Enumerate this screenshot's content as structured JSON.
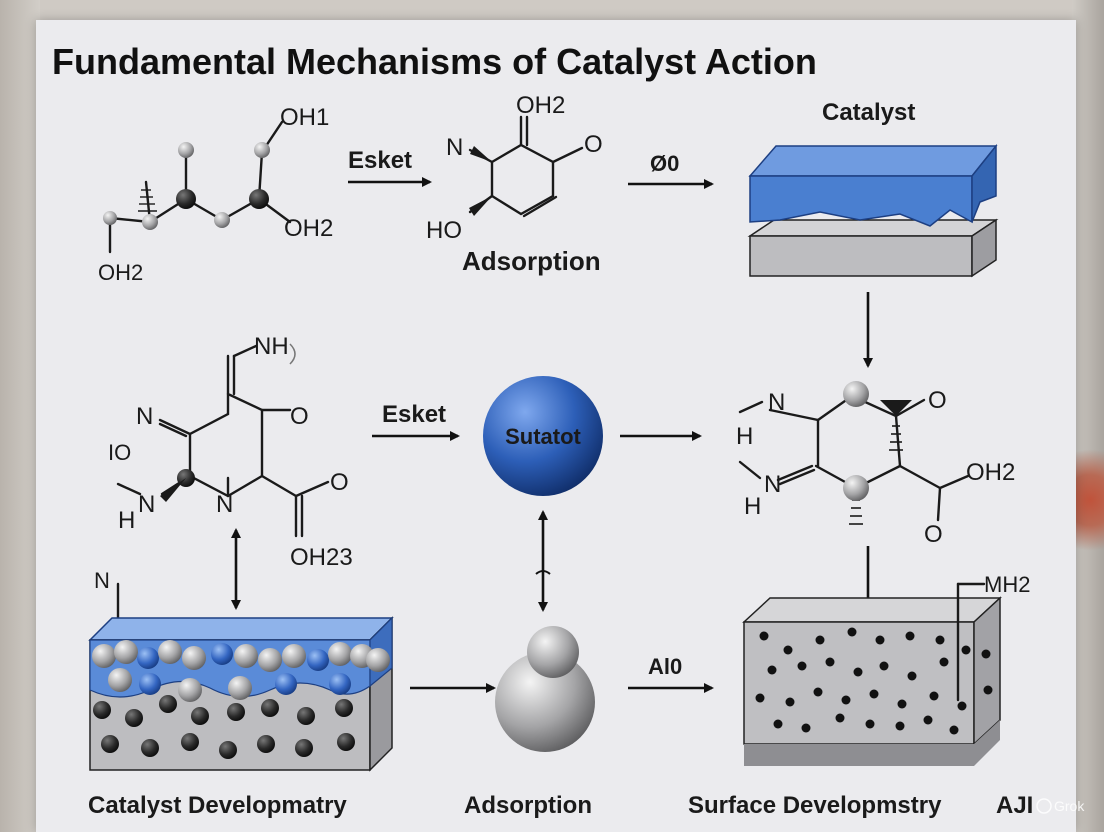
{
  "title": "Fundamental Mechanisms of Catalyst Action",
  "molecule_top_left": {
    "atom_labels": [
      "OH1",
      "OH2",
      "OH2"
    ]
  },
  "arrow_labels": {
    "top_1": "Esket",
    "top_2": "Ø0",
    "mid": "Esket",
    "bottom": "Al0"
  },
  "molecule_top_mid": {
    "atom_labels": [
      "OH2",
      "N",
      "O",
      "HO"
    ],
    "caption": "Adsorption"
  },
  "catalyst_block": {
    "caption": "Catalyst"
  },
  "molecule_mid_left": {
    "atom_labels": [
      "NH",
      "O",
      "N",
      "IO",
      "N",
      "H",
      "N",
      "O",
      "OH23"
    ]
  },
  "sphere_mid": {
    "label": "Sutatot"
  },
  "molecule_mid_right": {
    "atom_labels": [
      "N",
      "H",
      "O",
      "N",
      "H",
      "OH2",
      "O"
    ]
  },
  "bottom_left": {
    "corner_label": "N",
    "caption": "Catalyst Developmatry"
  },
  "bottom_mid": {
    "caption": "Adsorption"
  },
  "bottom_right": {
    "corner_label": "MH2",
    "caption": "Surface Developmstry",
    "caption_suffix": "AJI"
  },
  "watermark": "Grok",
  "colors": {
    "accent_blue": "#4a7fd0",
    "dark_blue_sphere": "#1f4fa0",
    "gray_block": "#bdbdc0",
    "poster_bg": "#ebebee"
  }
}
